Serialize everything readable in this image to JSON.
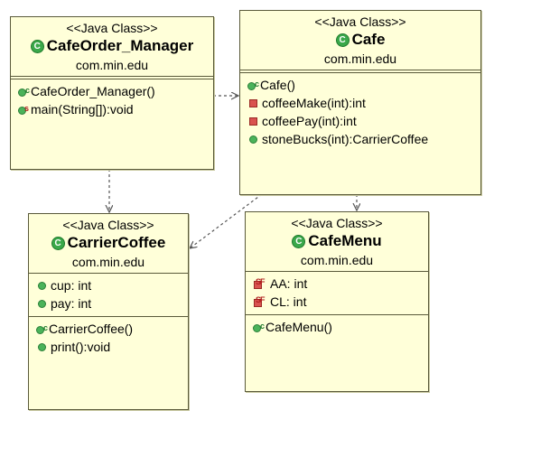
{
  "classes": {
    "manager": {
      "stereotype": "<<Java Class>>",
      "name": "CafeOrder_Manager",
      "package": "com.min.edu",
      "fields": [],
      "methods": [
        {
          "icon": "constructor-icon",
          "text": "CafeOrder_Manager()"
        },
        {
          "icon": "static-method-icon",
          "text": "main(String[]):void"
        }
      ]
    },
    "cafe": {
      "stereotype": "<<Java Class>>",
      "name": "Cafe",
      "package": "com.min.edu",
      "fields": [],
      "methods": [
        {
          "icon": "constructor-icon",
          "text": "Cafe()"
        },
        {
          "icon": "private-method-icon",
          "text": "coffeeMake(int):int"
        },
        {
          "icon": "private-method-icon",
          "text": "coffeePay(int):int"
        },
        {
          "icon": "public-method-icon",
          "text": "stoneBucks(int):CarrierCoffee"
        }
      ]
    },
    "carrier": {
      "stereotype": "<<Java Class>>",
      "name": "CarrierCoffee",
      "package": "com.min.edu",
      "fields": [
        {
          "icon": "public-field-icon",
          "text": "cup: int"
        },
        {
          "icon": "public-field-icon",
          "text": "pay: int"
        }
      ],
      "methods": [
        {
          "icon": "constructor-icon",
          "text": "CarrierCoffee()"
        },
        {
          "icon": "public-method-icon",
          "text": "print():void"
        }
      ]
    },
    "menu": {
      "stereotype": "<<Java Class>>",
      "name": "CafeMenu",
      "package": "com.min.edu",
      "fields": [
        {
          "icon": "static-final-field-icon",
          "text": "AA: int"
        },
        {
          "icon": "static-final-field-icon",
          "text": "CL: int"
        }
      ],
      "methods": [
        {
          "icon": "constructor-icon",
          "text": "CafeMenu()"
        }
      ]
    }
  },
  "colors": {
    "class_fill": "#ffffd9",
    "border": "#5a5a3a",
    "connector": "#555555"
  }
}
